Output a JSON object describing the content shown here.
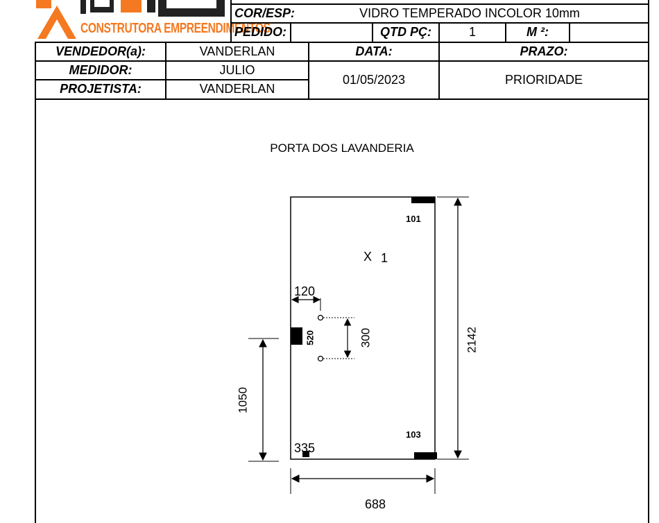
{
  "header": {
    "company_tagline": "CONSTRUTORA EMPREENDIMENTOS",
    "cor_esp_label": "COR/ESP:",
    "cor_esp_value": "VIDRO TEMPERADO INCOLOR 10mm",
    "pedido_label": "PEDIDO:",
    "qtd_label": "QTD PÇ:",
    "qtd_value": "1",
    "m2_label": "M ²:",
    "m2_value": ""
  },
  "info": {
    "vendedor_label": "VENDEDOR(a):",
    "vendedor_value": "VANDERLAN",
    "medidor_label": "MEDIDOR:",
    "medidor_value": "JULIO",
    "projetista_label": "PROJETISTA:",
    "projetista_value": "VANDERLAN",
    "data_label": "DATA:",
    "data_value": "01/05/2023",
    "prazo_label": "PRAZO:",
    "prazo_value": "PRIORIDADE"
  },
  "drawing": {
    "title": "PORTA DOS LAVANDERIA",
    "quantity_mark": "X",
    "quantity_value": "1",
    "hardware_top": "101",
    "hardware_bottom": "103",
    "hardware_lock": "520",
    "dim_width": "688",
    "dim_height": "2142",
    "dim_lock_height": "1050",
    "dim_hole_offset": "120",
    "dim_hole_spacing": "300",
    "dim_bottom_pivot": "335"
  },
  "colors": {
    "brand_orange": "#f47920",
    "ink": "#000000"
  }
}
